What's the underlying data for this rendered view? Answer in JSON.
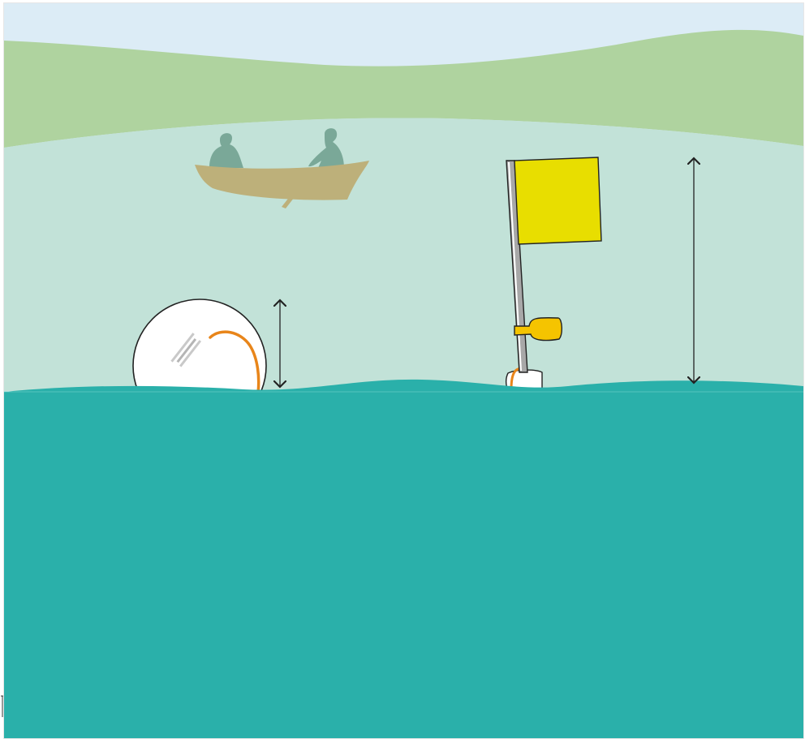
{
  "scene": {
    "colors": {
      "sky": "#dcecf6",
      "hills": "#afd39f",
      "lake_distance": "#c2e2d8",
      "boat": "#bdb07a",
      "fishermen": "#7aa898",
      "water": "#2ab0aa",
      "buoy_body": "#ffffff",
      "buoy_rope": "#e8851a",
      "flag": "#e8de00",
      "flag_bracket": "#f5c400",
      "pole": "#a8a8a8",
      "outline": "#222222"
    },
    "elements": [
      "sky",
      "distant-hills",
      "rowing-boat",
      "fisherman-left",
      "fisherman-right",
      "round-marker-buoy",
      "flag-marker-buoy",
      "water-surface",
      "height-arrow-round-buoy",
      "height-arrow-flag-buoy"
    ],
    "buoy_label_text": "",
    "corner_mark": ""
  }
}
